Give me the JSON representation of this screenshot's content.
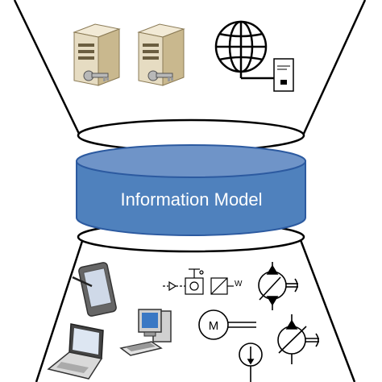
{
  "diagram": {
    "center_label": "Information Model",
    "colors": {
      "cylinder_fill": "#4f81bd",
      "cylinder_top": "#95b3d7",
      "cylinder_stroke": "#2c5aa0",
      "outline": "#000000",
      "server_beige": "#d8c9a3",
      "screen_blue": "#3a78c4"
    },
    "icons": {
      "top": [
        "server-with-key-icon",
        "server-with-key-icon",
        "globe-network-icon",
        "network-device-icon"
      ],
      "bottom": [
        "tablet-icon",
        "laptop-icon",
        "desktop-computer-icon",
        "valve-actuator-symbol-icon",
        "motor-symbol-icon",
        "hydraulic-pump-symbol-icon",
        "variable-pump-symbol-icon",
        "pressure-gauge-symbol-icon"
      ]
    },
    "motor_symbol_letter": "M",
    "actuator_letter": "W"
  }
}
